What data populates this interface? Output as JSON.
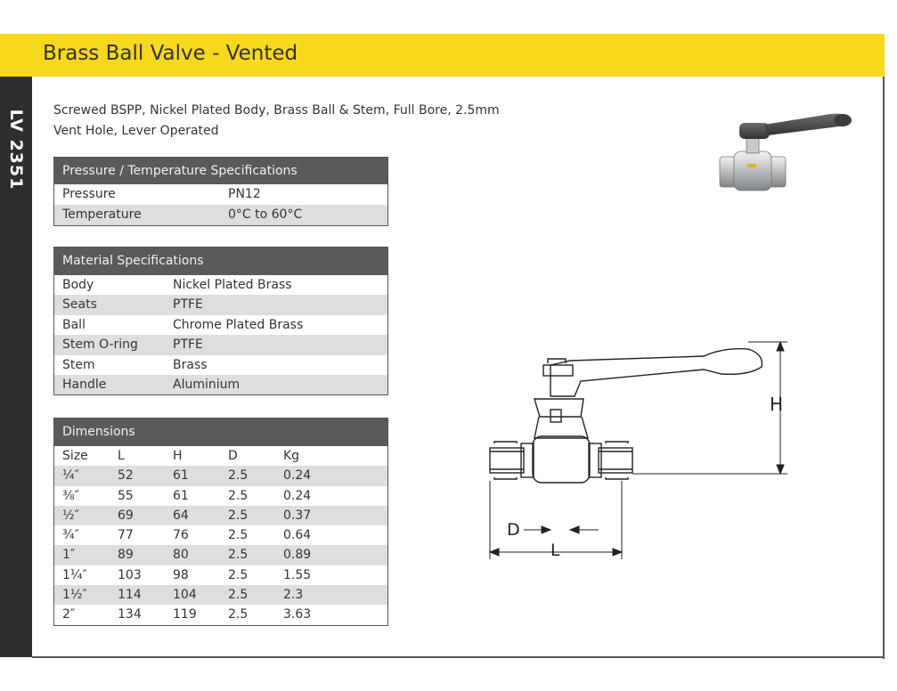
{
  "header": {
    "title": "Brass Ball Valve - Vented",
    "product_code": "LV 2351"
  },
  "description": {
    "line1": "Screwed BSPP, Nickel Plated Body, Brass Ball & Stem, Full Bore, 2.5mm",
    "line2": "Vent Hole, Lever Operated"
  },
  "pressure_table": {
    "title": "Pressure / Temperature Specifications",
    "rows": [
      {
        "label": "Pressure",
        "value": "PN12"
      },
      {
        "label": "Temperature",
        "value": "0°C to 60°C"
      }
    ]
  },
  "material_table": {
    "title": "Material Specifications",
    "rows": [
      {
        "label": "Body",
        "value": "Nickel Plated Brass"
      },
      {
        "label": "Seats",
        "value": "PTFE"
      },
      {
        "label": "Ball",
        "value": "Chrome Plated Brass"
      },
      {
        "label": "Stem O-ring",
        "value": "PTFE"
      },
      {
        "label": "Stem",
        "value": "Brass"
      },
      {
        "label": "Handle",
        "value": "Aluminium"
      }
    ]
  },
  "dimensions_table": {
    "title": "Dimensions",
    "columns": [
      "Size",
      "L",
      "H",
      "D",
      "Kg"
    ],
    "rows": [
      [
        "¼″",
        "52",
        "61",
        "2.5",
        "0.24"
      ],
      [
        "⅜″",
        "55",
        "61",
        "2.5",
        "0.24"
      ],
      [
        "½″",
        "69",
        "64",
        "2.5",
        "0.37"
      ],
      [
        "¾″",
        "77",
        "76",
        "2.5",
        "0.64"
      ],
      [
        "1″",
        "89",
        "80",
        "2.5",
        "0.89"
      ],
      [
        "1¼″",
        "103",
        "98",
        "2.5",
        "1.55"
      ],
      [
        "1½″",
        "114",
        "104",
        "2.5",
        "2.3"
      ],
      [
        "2″",
        "134",
        "119",
        "2.5",
        "3.63"
      ]
    ]
  },
  "drawing": {
    "label_h": "H",
    "label_d": "D",
    "label_l": "L"
  },
  "colors": {
    "banner": "#f6d81c",
    "side_strip": "#2e2e2e",
    "table_header": "#5a5a5a",
    "row_alt": "#dedede"
  }
}
